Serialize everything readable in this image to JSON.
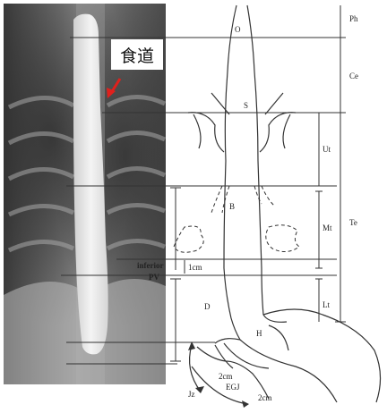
{
  "callout": {
    "text": "食道",
    "arrow_color": "#e0201c"
  },
  "labels": {
    "O": "O",
    "S": "S",
    "B": "B",
    "D": "D",
    "H": "H",
    "Ph": "Ph",
    "Ce": "Ce",
    "Ut": "Ut",
    "Mt": "Mt",
    "Te": "Te",
    "Lt": "Lt",
    "inferior": "inferior",
    "PV": "PV",
    "cm1": "1cm",
    "cm2a": "2cm",
    "EGJ": "EGJ",
    "Jz": "Jz",
    "cm2b": "2cm"
  },
  "colors": {
    "xray_dark": "#2b2b2b",
    "xray_light": "#e6e6e6",
    "line": "#333333"
  }
}
